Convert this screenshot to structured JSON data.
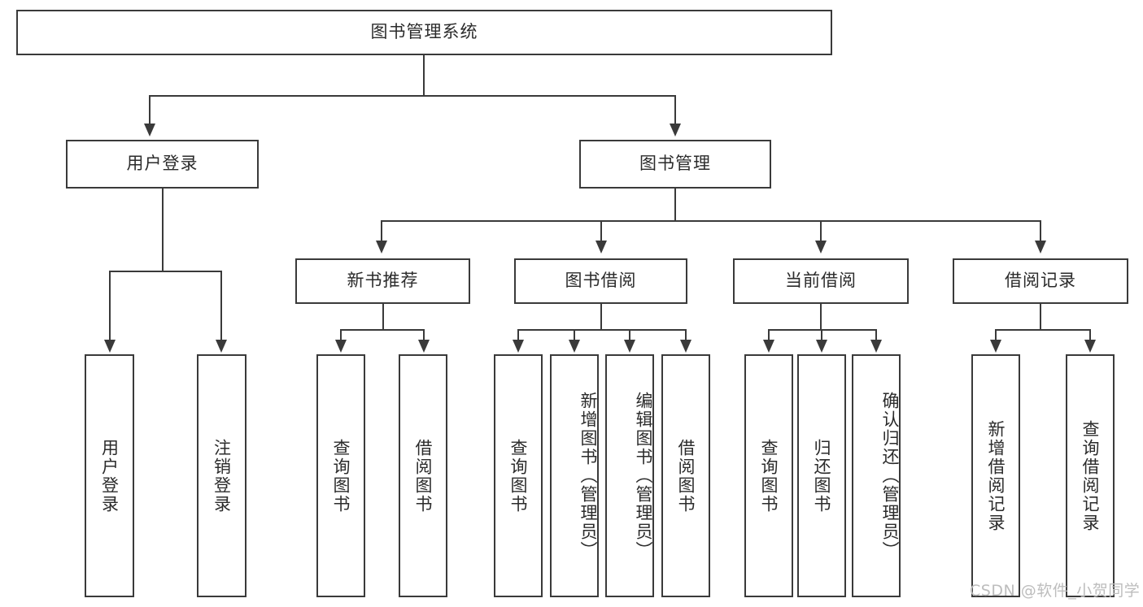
{
  "diagram": {
    "type": "tree-hierarchy-chart",
    "title": "图书管理系统",
    "watermark": "CSDN @软件_小贺同学",
    "colors": {
      "box_border": "#3a3a3a",
      "box_fill": "#ffffff",
      "text": "#2b2b2b",
      "connector": "#3a3a3a",
      "watermark": "#bdbdbd",
      "background": "#ffffff"
    },
    "root": {
      "label": "图书管理系统"
    },
    "level2": [
      {
        "label": "用户登录"
      },
      {
        "label": "图书管理"
      }
    ],
    "level3": [
      {
        "label": "新书推荐"
      },
      {
        "label": "图书借阅"
      },
      {
        "label": "当前借阅"
      },
      {
        "label": "借阅记录"
      }
    ],
    "leaves": {
      "user_login": [
        {
          "label": "用户登录"
        },
        {
          "label": "注销登录"
        }
      ],
      "new_book_recommend": [
        {
          "label": "查询图书"
        },
        {
          "label": "借阅图书"
        }
      ],
      "book_borrow": [
        {
          "label": "查询图书"
        },
        {
          "label": "新增图书（管理员）"
        },
        {
          "label": "编辑图书（管理员）"
        },
        {
          "label": "借阅图书"
        }
      ],
      "current_borrow": [
        {
          "label": "查询图书"
        },
        {
          "label": "归还图书"
        },
        {
          "label": "确认归还（管理员）"
        }
      ],
      "borrow_record": [
        {
          "label": "新增借阅记录"
        },
        {
          "label": "查询借阅记录"
        }
      ]
    }
  }
}
